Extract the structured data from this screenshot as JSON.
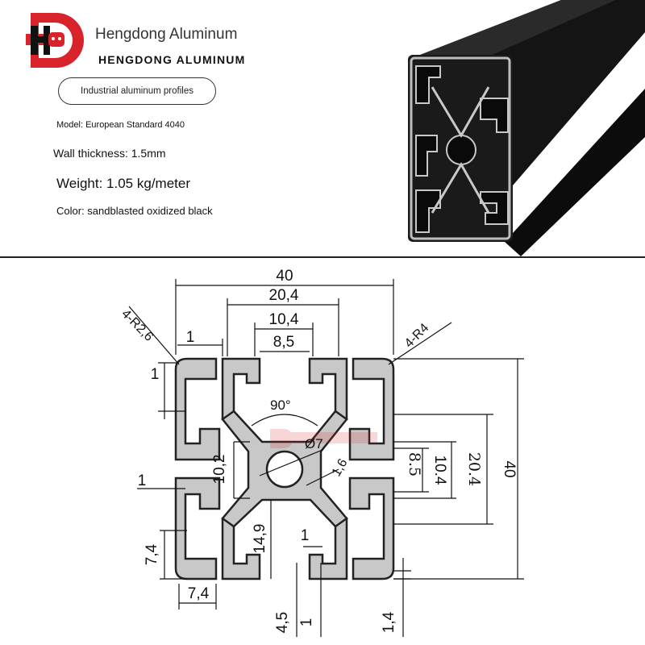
{
  "brand": {
    "logo_icon": "hd-logo-icon",
    "name": "Hengdong Aluminum",
    "name_caps": "HENGDONG ALUMINUM"
  },
  "category_label": "Industrial aluminum profiles",
  "specs": {
    "model": "Model: European Standard 4040",
    "wall_thickness": "Wall thickness: 1.5mm",
    "weight": "Weight: 1.05 kg/meter",
    "color": "Color: sandblasted oxidized black"
  },
  "product_photo_icon": "aluminum-profile-photo",
  "drawing": {
    "dims": {
      "overall_width": "40",
      "outer_slot": "20,4",
      "inner_slot": "10,4",
      "slot_opening": "8,5",
      "corner_radius_inner": "4-R2,6",
      "corner_radius_outer": "4-R4",
      "lip_top": "1",
      "lip_left": "1",
      "angle": "90°",
      "bore": "Ø7",
      "web": "1,6",
      "core": "10,2",
      "slot_depth": "14,9",
      "pocket_h": "7,4",
      "pocket_w": "7,4",
      "right_85": "8.5",
      "right_104": "10.4",
      "right_204": "20.4",
      "right_40": "40",
      "slot_lip": "1",
      "bottom_45": "4,5",
      "bottom_1": "1",
      "bottom_14": "1,4",
      "left_1": "1"
    }
  },
  "colors": {
    "brand_red": "#d9232a",
    "profile_fill": "#c8c8c8",
    "profile_stroke": "#222222",
    "line": "#111111"
  }
}
